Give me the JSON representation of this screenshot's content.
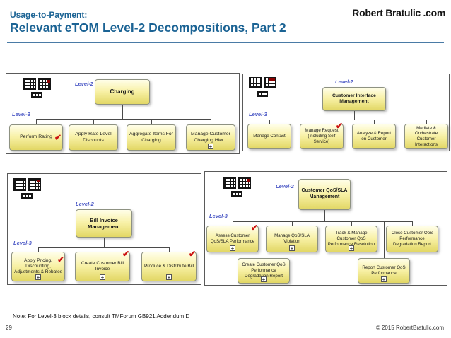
{
  "header": {
    "kicker": "Usage-to-Payment:",
    "title": "Relevant eTOM Level-2 Decompositions, Part 2",
    "logo": "Robert Bratulic .com"
  },
  "labels": {
    "level2": "Level-2",
    "level3": "Level-3"
  },
  "panels": [
    {
      "parent": "Charging",
      "children": [
        {
          "label": "Perform Rating",
          "check": true
        },
        {
          "label": "Apply Rate Level Discounts"
        },
        {
          "label": "Aggregate Items For Charging"
        },
        {
          "label": "Manage Customer Charging Hier...",
          "plus": true
        }
      ]
    },
    {
      "parent": "Customer Interface Management",
      "children": [
        {
          "label": "Manage Contact"
        },
        {
          "label": "Manage Request (Including Self Service)",
          "check": true
        },
        {
          "label": "Analyze & Report on Customer"
        },
        {
          "label": "Mediate & Orchestrate Customer Interactions"
        }
      ]
    },
    {
      "parent": "Bill Invoice Management",
      "children": [
        {
          "label": "Apply Pricing, Discounting, Adjustments & Rebates",
          "check": true,
          "plus": true
        },
        {
          "label": "Create Customer Bill Invoice",
          "check": true,
          "plus": true
        },
        {
          "label": "Produce & Distribute Bill",
          "check": true,
          "plus": true
        }
      ]
    },
    {
      "parent": "Customer QoS/SLA Management",
      "children": [
        {
          "label": "Assess Customer QoS/SLA Performance",
          "check": true,
          "plus": true
        },
        {
          "label": "Manage QoS/SLA Violation",
          "plus": true
        },
        {
          "label": "Track & Manage Customer QoS Performance Resolution",
          "plus": true
        },
        {
          "label": "Close Customer QoS Performance Degradation Report"
        },
        {
          "label": "Create Customer QoS Performance Degradation Report",
          "plus": true
        },
        {
          "label": "Report Customer QoS Performance",
          "plus": true
        }
      ]
    }
  ],
  "icons": {
    "check": "✔",
    "expander": "+",
    "minimap": "etom-framework-map"
  },
  "note": "Note: For Level-3 block details, consult TMForum GB921 Addendum D",
  "footer": {
    "page_number": "29",
    "copyright": "© 2015 RobertBratulic.com"
  },
  "colors": {
    "title": "#1B6394",
    "level_label": "#4A57C5",
    "box_fill": "#F3EB8A",
    "check": "#CC1111",
    "connector": "#4a4a4a"
  }
}
